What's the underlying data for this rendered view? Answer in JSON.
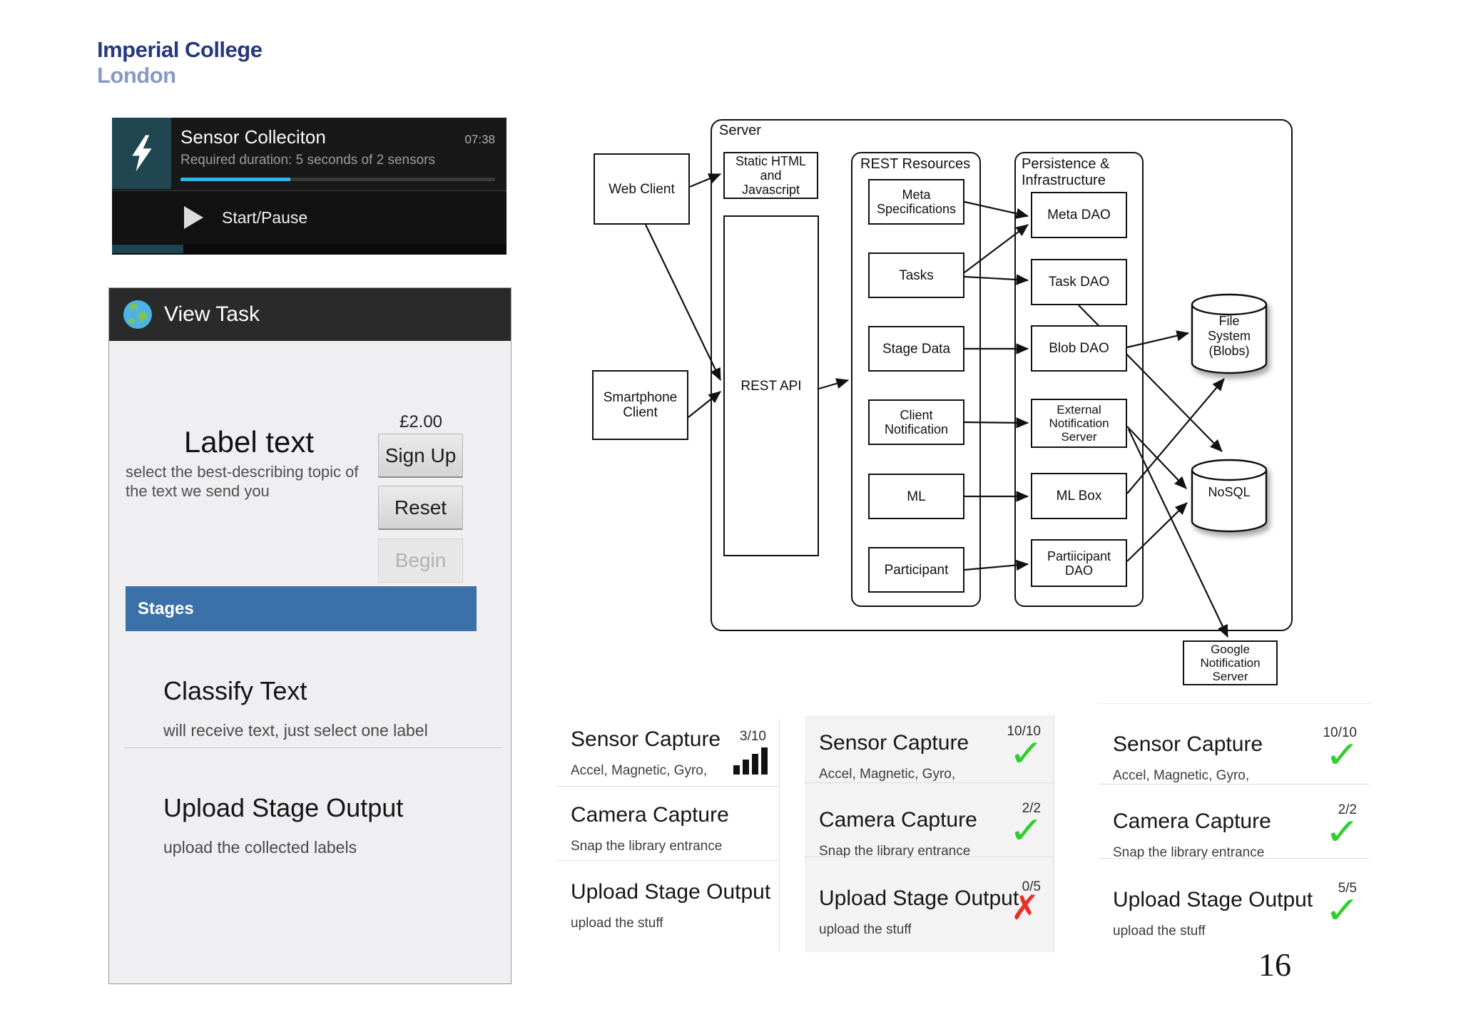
{
  "logo": {
    "line1": "Imperial College",
    "line2": "London"
  },
  "notification": {
    "app": "Sensor Colleciton",
    "time": "07:38",
    "detail": "Required duration: 5 seconds of 2 sensors",
    "progress_percent": 35,
    "action": "Start/Pause"
  },
  "view_task": {
    "title": "View Task",
    "heading": "Label text",
    "description": "select the best-describing topic of\nthe text we send you",
    "price": "£2.00",
    "sign_up": "Sign Up",
    "reset": "Reset",
    "begin": "Begin",
    "stages_header": "Stages",
    "stages": [
      {
        "name": "Classify Text",
        "desc": "will receive text, just select one label"
      },
      {
        "name": "Upload Stage Output",
        "desc": "upload the collected labels"
      }
    ]
  },
  "diagram": {
    "server": "Server",
    "web_client": "Web Client",
    "smartphone_client": "Smartphone\nClient",
    "static_html": "Static HTML\nand\nJavascript",
    "rest_api": "REST API",
    "rest_resources": "REST Resources",
    "persistence": "Persistence &\nInfrastructure",
    "meta_specs": "Meta\nSpecifications",
    "tasks": "Tasks",
    "stage_data": "Stage Data",
    "client_notification": "Client\nNotification",
    "ml": "ML",
    "participant": "Participant",
    "meta_dao": "Meta DAO",
    "task_dao": "Task DAO",
    "blob_dao": "Blob DAO",
    "ext_notif": "External\nNotification\nServer",
    "ml_box": "ML Box",
    "part_dao": "Partiicipant\nDAO",
    "file_system": "File\nSystem\n(Blobs)",
    "nosql": "NoSQL",
    "google": "Google\nNotification\nServer"
  },
  "icons": {
    "check": "✓",
    "cross": "✗"
  },
  "panels": [
    {
      "rows": [
        {
          "title": "Sensor Capture",
          "subtitle": "Accel, Magnetic, Gyro,",
          "status": "3/10",
          "icon": "signal-bars"
        },
        {
          "title": "Camera Capture",
          "subtitle": "Snap the library entrance",
          "status": "",
          "icon": ""
        },
        {
          "title": "Upload Stage Output",
          "subtitle": "upload the stuff",
          "status": "",
          "icon": ""
        }
      ]
    },
    {
      "rows": [
        {
          "title": "Sensor Capture",
          "subtitle": "Accel, Magnetic, Gyro,",
          "status": "10/10",
          "icon": "check"
        },
        {
          "title": "Camera Capture",
          "subtitle": "Snap the library entrance",
          "status": "2/2",
          "icon": "check"
        },
        {
          "title": "Upload Stage Output",
          "subtitle": "upload the stuff",
          "status": "0/5",
          "icon": "cross"
        }
      ]
    },
    {
      "rows": [
        {
          "title": "Sensor Capture",
          "subtitle": "Accel, Magnetic, Gyro,",
          "status": "10/10",
          "icon": "check"
        },
        {
          "title": "Camera Capture",
          "subtitle": "Snap the library entrance",
          "status": "2/2",
          "icon": "check"
        },
        {
          "title": "Upload Stage Output",
          "subtitle": "upload the stuff",
          "status": "5/5",
          "icon": "check"
        }
      ]
    }
  ],
  "page_number": "16"
}
